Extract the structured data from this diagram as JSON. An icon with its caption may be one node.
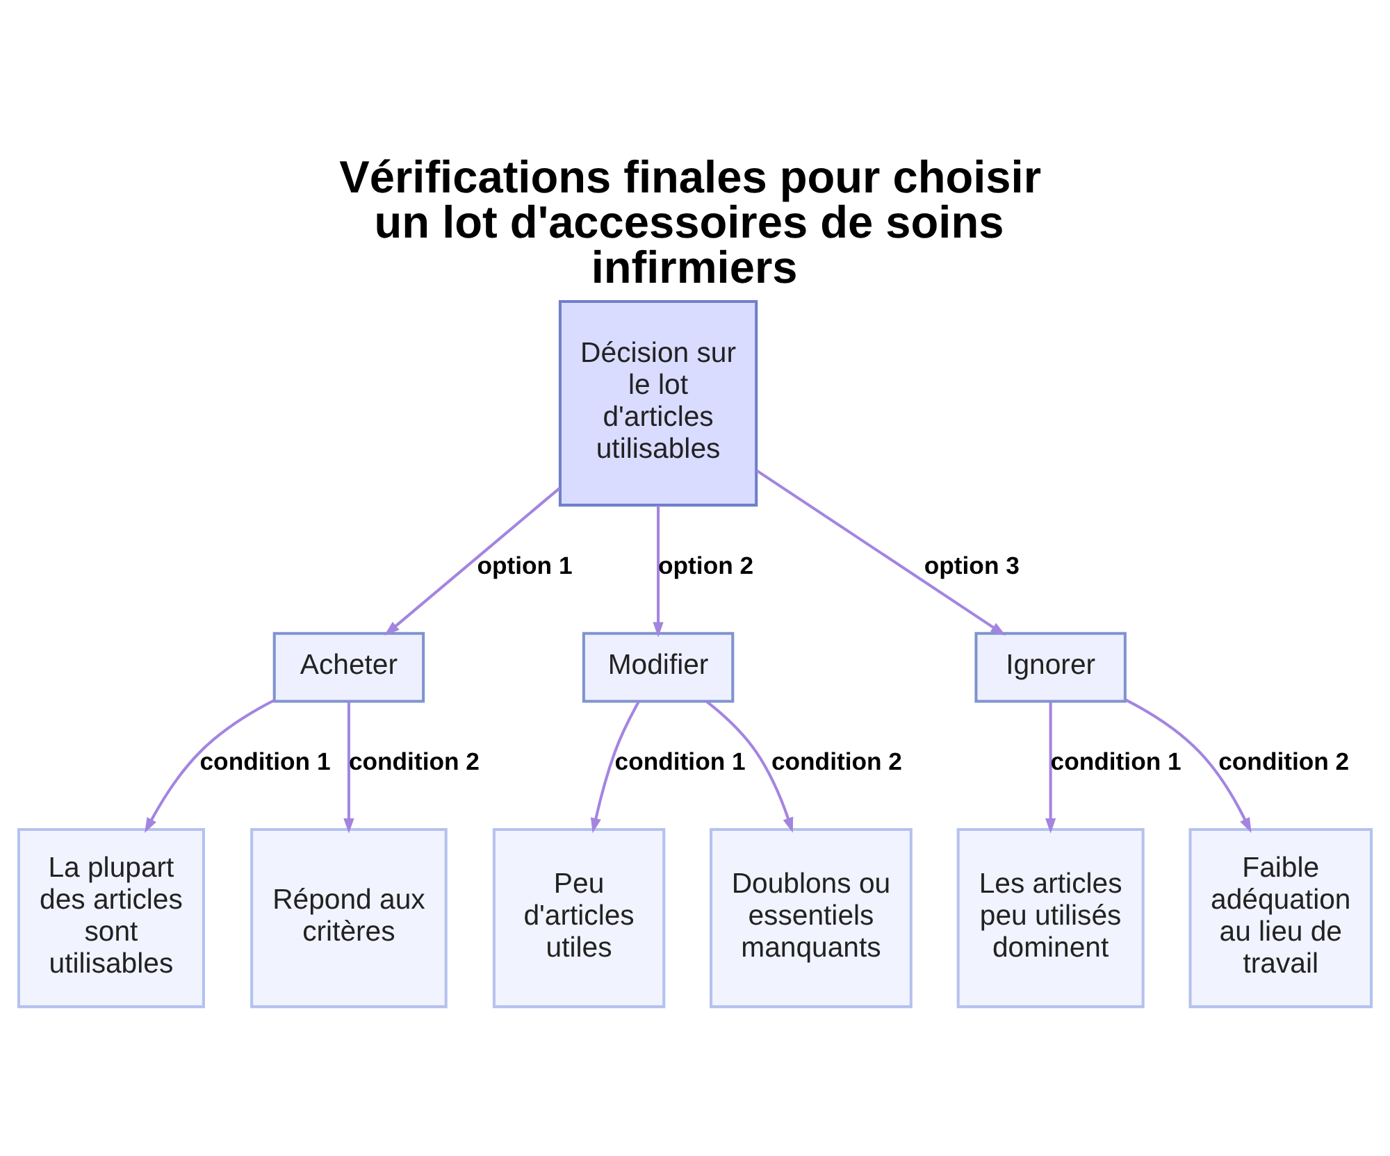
{
  "diagram": {
    "title": "Vérifications finales pour choisir un lot d'accessoires de soins infirmiers",
    "nodes": [
      {
        "text": [
          "Décision sur le lot d'articles utilisables"
        ]
      },
      {
        "text": [
          "Acheter"
        ]
      },
      {
        "text": [
          "Modifier"
        ]
      },
      {
        "text": [
          "Ignorer"
        ]
      },
      {
        "text": [
          "La plupart des articles sont utilisables"
        ]
      },
      {
        "text": [
          "Répond aux critères"
        ]
      },
      {
        "text": [
          "Peu d'articles utiles"
        ]
      },
      {
        "text": [
          "Doublons ou essentiels manquants"
        ]
      },
      {
        "text": [
          "Les articles peu utilisés dominent"
        ]
      },
      {
        "text": [
          "Faible adéquation au lieu de travail"
        ]
      }
    ],
    "edges": [
      {
        "from": 0,
        "to": 1,
        "arrow": "to",
        "label": "option 1"
      },
      {
        "from": 0,
        "to": 2,
        "arrow": "to",
        "label": "option 2"
      },
      {
        "from": 0,
        "to": 3,
        "arrow": "to",
        "label": "option 3"
      },
      {
        "from": 1,
        "to": 4,
        "arrow": "to",
        "label": "condition 1"
      },
      {
        "from": 1,
        "to": 5,
        "arrow": "to",
        "label": "condition 2"
      },
      {
        "from": 2,
        "to": 6,
        "arrow": "to",
        "label": "condition 1"
      },
      {
        "from": 2,
        "to": 7,
        "arrow": "to",
        "label": "condition 2"
      },
      {
        "from": 3,
        "to": 8,
        "arrow": "to",
        "label": "condition 1"
      },
      {
        "from": 3,
        "to": 9,
        "arrow": "to",
        "label": "condition 2"
      }
    ]
  }
}
